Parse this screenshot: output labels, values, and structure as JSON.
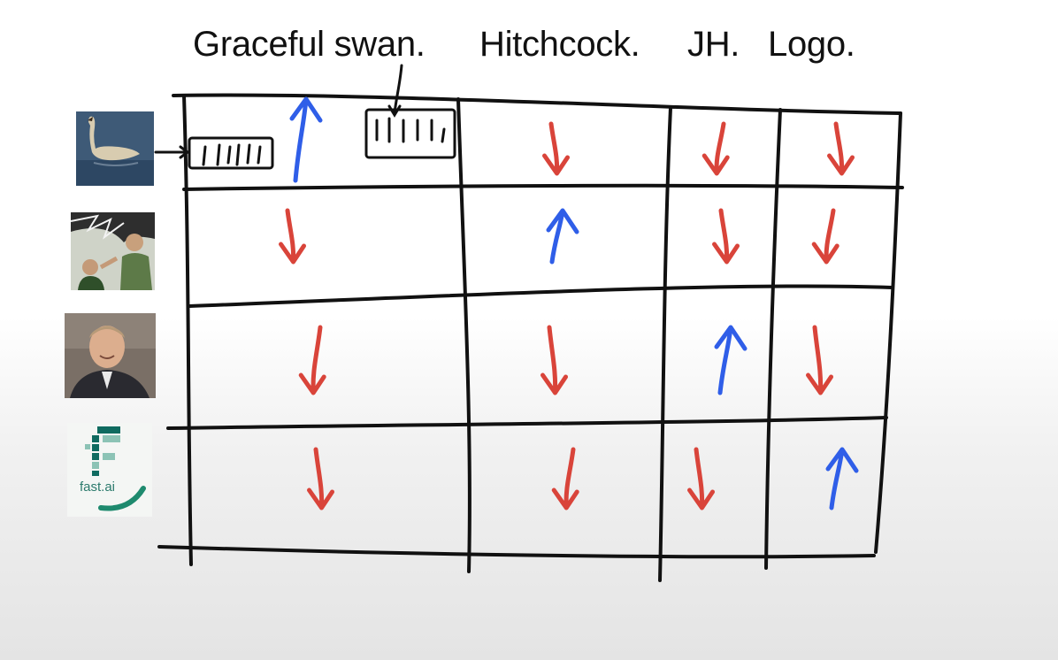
{
  "columns": [
    {
      "label": "Graceful swan."
    },
    {
      "label": "Hitchcock."
    },
    {
      "label": "JH."
    },
    {
      "label": "Logo."
    }
  ],
  "rows": [
    {
      "thumbnail": "swan-photo-icon",
      "arrows": [
        "up",
        "down",
        "down",
        "down"
      ]
    },
    {
      "thumbnail": "movie-still-photo-icon",
      "arrows": [
        "down",
        "up",
        "down",
        "down"
      ]
    },
    {
      "thumbnail": "person-portrait-photo-icon",
      "arrows": [
        "down",
        "down",
        "up",
        "down"
      ]
    },
    {
      "thumbnail": "fastai-logo-icon",
      "arrows": [
        "down",
        "down",
        "down",
        "up"
      ]
    }
  ],
  "logo": {
    "text": "fast.ai"
  },
  "colors": {
    "up": "#2f5ee8",
    "down": "#d9443a",
    "ink": "#111111"
  }
}
